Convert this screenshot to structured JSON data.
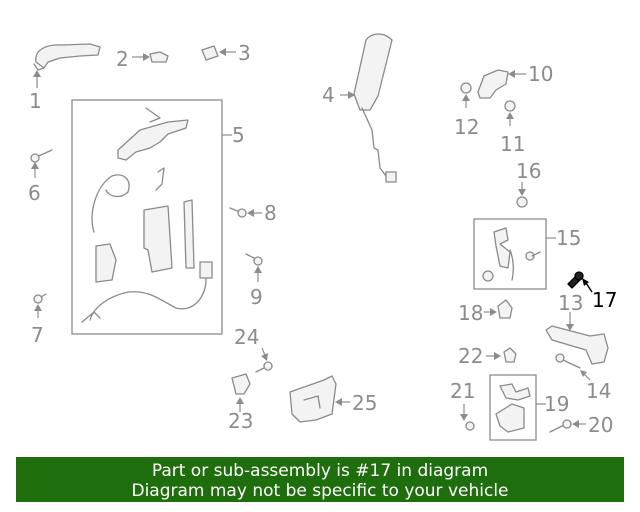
{
  "callouts": {
    "c1": "1",
    "c2": "2",
    "c3": "3",
    "c4": "4",
    "c5": "5",
    "c6": "6",
    "c7": "7",
    "c8": "8",
    "c9": "9",
    "c10": "10",
    "c11": "11",
    "c12": "12",
    "c13": "13",
    "c14": "14",
    "c15": "15",
    "c16": "16",
    "c17": "17",
    "c18": "18",
    "c19": "19",
    "c20": "20",
    "c21": "21",
    "c22": "22",
    "c23": "23",
    "c24": "24",
    "c25": "25"
  },
  "highlighted_part": "17",
  "colors": {
    "banner_bg": "#1e6e0d",
    "banner_text": "#ffffff",
    "callout": "#8c8c8c",
    "highlight": "#000000"
  },
  "banner": {
    "line1": "Part or sub-assembly is #17 in diagram",
    "line2": "Diagram may not be specific to your vehicle"
  }
}
